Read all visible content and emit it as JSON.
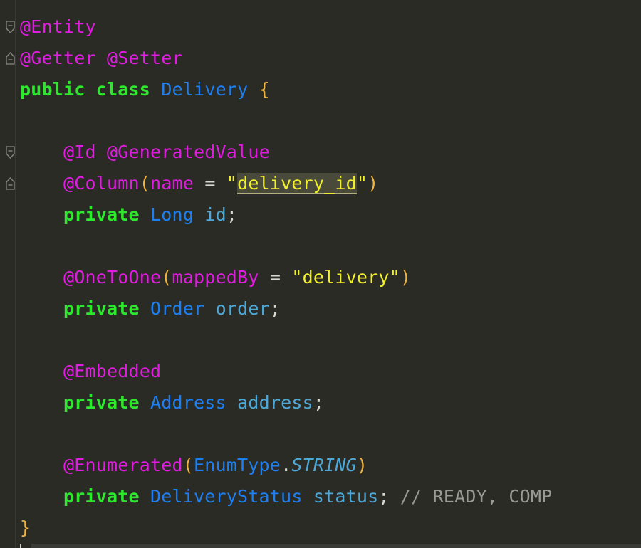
{
  "editor": {
    "lines": [
      {
        "tokens": [
          {
            "c": "ann",
            "t": "@Entity"
          }
        ]
      },
      {
        "tokens": [
          {
            "c": "ann",
            "t": "@Getter"
          },
          {
            "c": "op",
            "t": " "
          },
          {
            "c": "ann",
            "t": "@Setter"
          }
        ]
      },
      {
        "tokens": [
          {
            "c": "kw",
            "t": "public"
          },
          {
            "c": "op",
            "t": " "
          },
          {
            "c": "kw",
            "t": "class"
          },
          {
            "c": "op",
            "t": " "
          },
          {
            "c": "cls",
            "t": "Delivery"
          },
          {
            "c": "op",
            "t": " "
          },
          {
            "c": "brace",
            "t": "{"
          }
        ]
      },
      {
        "tokens": []
      },
      {
        "tokens": [
          {
            "c": "op",
            "t": "    "
          },
          {
            "c": "ann",
            "t": "@Id"
          },
          {
            "c": "op",
            "t": " "
          },
          {
            "c": "ann",
            "t": "@GeneratedValue"
          }
        ]
      },
      {
        "tokens": [
          {
            "c": "op",
            "t": "    "
          },
          {
            "c": "ann",
            "t": "@Column"
          },
          {
            "c": "paren",
            "t": "("
          },
          {
            "c": "ann",
            "t": "name"
          },
          {
            "c": "op",
            "t": " = "
          },
          {
            "c": "str",
            "t": "\""
          },
          {
            "c": "str hl",
            "t": "delivery_id"
          },
          {
            "c": "str",
            "t": "\""
          },
          {
            "c": "paren",
            "t": ")"
          }
        ]
      },
      {
        "tokens": [
          {
            "c": "op",
            "t": "    "
          },
          {
            "c": "kw",
            "t": "private"
          },
          {
            "c": "op",
            "t": " "
          },
          {
            "c": "cls",
            "t": "Long"
          },
          {
            "c": "op",
            "t": " "
          },
          {
            "c": "field",
            "t": "id"
          },
          {
            "c": "op",
            "t": ";"
          }
        ]
      },
      {
        "tokens": []
      },
      {
        "tokens": [
          {
            "c": "op",
            "t": "    "
          },
          {
            "c": "ann",
            "t": "@OneToOne"
          },
          {
            "c": "paren",
            "t": "("
          },
          {
            "c": "ann",
            "t": "mappedBy"
          },
          {
            "c": "op",
            "t": " = "
          },
          {
            "c": "str",
            "t": "\"delivery\""
          },
          {
            "c": "paren",
            "t": ")"
          }
        ]
      },
      {
        "tokens": [
          {
            "c": "op",
            "t": "    "
          },
          {
            "c": "kw",
            "t": "private"
          },
          {
            "c": "op",
            "t": " "
          },
          {
            "c": "cls",
            "t": "Order"
          },
          {
            "c": "op",
            "t": " "
          },
          {
            "c": "field",
            "t": "order"
          },
          {
            "c": "op",
            "t": ";"
          }
        ]
      },
      {
        "tokens": []
      },
      {
        "tokens": [
          {
            "c": "op",
            "t": "    "
          },
          {
            "c": "ann",
            "t": "@Embedded"
          }
        ]
      },
      {
        "tokens": [
          {
            "c": "op",
            "t": "    "
          },
          {
            "c": "kw",
            "t": "private"
          },
          {
            "c": "op",
            "t": " "
          },
          {
            "c": "cls",
            "t": "Address"
          },
          {
            "c": "op",
            "t": " "
          },
          {
            "c": "field",
            "t": "address"
          },
          {
            "c": "op",
            "t": ";"
          }
        ]
      },
      {
        "tokens": []
      },
      {
        "tokens": [
          {
            "c": "op",
            "t": "    "
          },
          {
            "c": "ann",
            "t": "@Enumerated"
          },
          {
            "c": "paren",
            "t": "("
          },
          {
            "c": "cls",
            "t": "EnumType"
          },
          {
            "c": "op",
            "t": "."
          },
          {
            "c": "field italic",
            "t": "STRING"
          },
          {
            "c": "paren",
            "t": ")"
          }
        ]
      },
      {
        "tokens": [
          {
            "c": "op",
            "t": "    "
          },
          {
            "c": "kw",
            "t": "private"
          },
          {
            "c": "op",
            "t": " "
          },
          {
            "c": "cls",
            "t": "DeliveryStatus"
          },
          {
            "c": "op",
            "t": " "
          },
          {
            "c": "field",
            "t": "status"
          },
          {
            "c": "op",
            "t": "; "
          },
          {
            "c": "comment",
            "t": "// READY, COMP"
          }
        ]
      },
      {
        "tokens": [
          {
            "c": "brace",
            "t": "}"
          }
        ]
      }
    ]
  },
  "gutter": {
    "fold_markers": [
      {
        "line": 0,
        "kind": "open"
      },
      {
        "line": 1,
        "kind": "close"
      },
      {
        "line": 4,
        "kind": "open"
      },
      {
        "line": 5,
        "kind": "close"
      }
    ]
  },
  "colors": {
    "background": "#2b2b26",
    "annotation": "#e11ce1",
    "keyword": "#2de82d",
    "class": "#1e7ff0",
    "field": "#4fa9d8",
    "string": "#f0f02c",
    "brace": "#f0b43c",
    "comment": "#9a9a94"
  }
}
